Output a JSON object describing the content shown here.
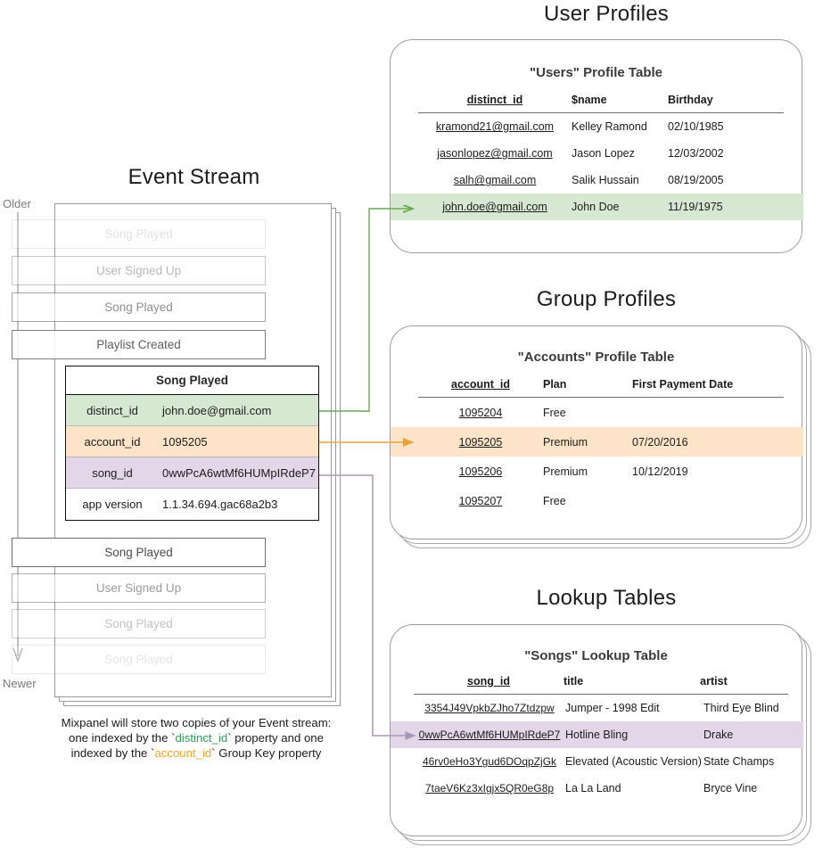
{
  "sections": {
    "event_stream": "Event Stream",
    "user_profiles": "User Profiles",
    "group_profiles": "Group Profiles",
    "lookup_tables": "Lookup Tables"
  },
  "event_stream": {
    "axis": {
      "top": "Older",
      "bottom": "Newer"
    },
    "events_above": [
      {
        "label": "Song Played",
        "opacity": 0.16
      },
      {
        "label": "User Signed Up",
        "opacity": 0.38
      },
      {
        "label": "Song Played",
        "opacity": 0.62
      },
      {
        "label": "Playlist Created",
        "opacity": 0.88
      }
    ],
    "events_below": [
      {
        "label": "Song Played",
        "opacity": 1.0
      },
      {
        "label": "User Signed Up",
        "opacity": 0.55
      },
      {
        "label": "Song Played",
        "opacity": 0.33
      },
      {
        "label": "Song Played",
        "opacity": 0.14
      }
    ],
    "selected_event": {
      "name": "Song Played",
      "properties": [
        {
          "key": "distinct_id",
          "value": "john.doe@gmail.com",
          "highlight": "green"
        },
        {
          "key": "account_id",
          "value": "1095205",
          "highlight": "orange"
        },
        {
          "key": "song_id",
          "value": "0wwPcA6wtMf6HUMpIRdeP7",
          "highlight": "purple"
        },
        {
          "key": "app version",
          "value": "1.1.34.694.gac68a2b3",
          "highlight": "none"
        }
      ]
    },
    "caption": {
      "line1": "Mixpanel will store two copies of your Event stream:",
      "line2_a": "one indexed by the `",
      "line2_token": "distinct_id",
      "line2_b": "` property and one",
      "line3_a": "indexed by the `",
      "line3_token": "account_id",
      "line3_b": "` Group Key property"
    }
  },
  "users_table": {
    "title": "\"Users\" Profile Table",
    "columns": [
      "distinct_id",
      "$name",
      "Birthday"
    ],
    "rows": [
      {
        "cells": [
          "kramond21@gmail.com",
          "Kelley Ramond",
          "02/10/1985"
        ],
        "highlight": "none"
      },
      {
        "cells": [
          "jasonlopez@gmail.com",
          "Jason Lopez",
          "12/03/2002"
        ],
        "highlight": "none"
      },
      {
        "cells": [
          "salh@gmail.com",
          "Salik Hussain",
          "08/19/2005"
        ],
        "highlight": "none"
      },
      {
        "cells": [
          "john.doe@gmail.com",
          "John Doe",
          "11/19/1975"
        ],
        "highlight": "green"
      }
    ]
  },
  "accounts_table": {
    "title": "\"Accounts\" Profile Table",
    "columns": [
      "account_id",
      "Plan",
      "First Payment Date"
    ],
    "rows": [
      {
        "cells": [
          "1095204",
          "Free",
          ""
        ],
        "highlight": "none"
      },
      {
        "cells": [
          "1095205",
          "Premium",
          "07/20/2016"
        ],
        "highlight": "orange"
      },
      {
        "cells": [
          "1095206",
          "Premium",
          "10/12/2019"
        ],
        "highlight": "none"
      },
      {
        "cells": [
          "1095207",
          "Free",
          ""
        ],
        "highlight": "none"
      }
    ]
  },
  "songs_table": {
    "title": "\"Songs\" Lookup Table",
    "columns": [
      "song_id",
      "title",
      "artist"
    ],
    "rows": [
      {
        "cells": [
          "3354J49VpkbZJho7Ztdzpw",
          "Jumper - 1998 Edit",
          "Third Eye Blind"
        ],
        "highlight": "none"
      },
      {
        "cells": [
          "0wwPcA6wtMf6HUMpIRdeP7",
          "Hotline Bling",
          "Drake"
        ],
        "highlight": "purple"
      },
      {
        "cells": [
          "46rv0eHo3Ygud6DOqpZjGk",
          "Elevated (Acoustic Version)",
          "State Champs"
        ],
        "highlight": "none"
      },
      {
        "cells": [
          "7taeV6Kz3xIgjx5QR0eG8p",
          "La La Land",
          "Bryce Vine"
        ],
        "highlight": "none"
      }
    ]
  },
  "colors": {
    "green_fill": "#d7e8d2",
    "orange_fill": "#fde3c8",
    "purple_fill": "#e2d6e8",
    "green_line": "#6aa84f",
    "orange_line": "#e8a33d",
    "purple_line": "#a897b5",
    "card_border": "#9e9e9e",
    "token_green": "#2e9e52",
    "token_orange": "#f5a623"
  }
}
